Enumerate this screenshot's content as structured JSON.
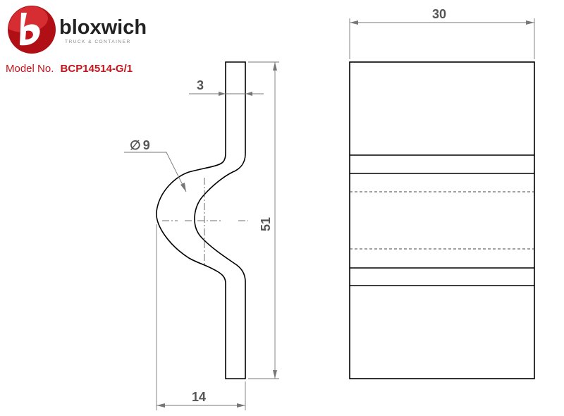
{
  "brand": {
    "name": "bloxwich",
    "tagline": "TRUCK & CONTAINER",
    "logo_colors": {
      "primary": "#c4141b",
      "accent": "#ffffff"
    }
  },
  "model": {
    "label": "Model No.",
    "number": "BCP14514-G/1"
  },
  "dimensions": {
    "thickness": "3",
    "bend_diameter": "9",
    "diameter_symbol": "∅",
    "height": "51",
    "depth": "14",
    "width": "30"
  },
  "colors": {
    "brand_red": "#c4141b",
    "dimension_gray": "#555555",
    "line_black": "#000000"
  }
}
